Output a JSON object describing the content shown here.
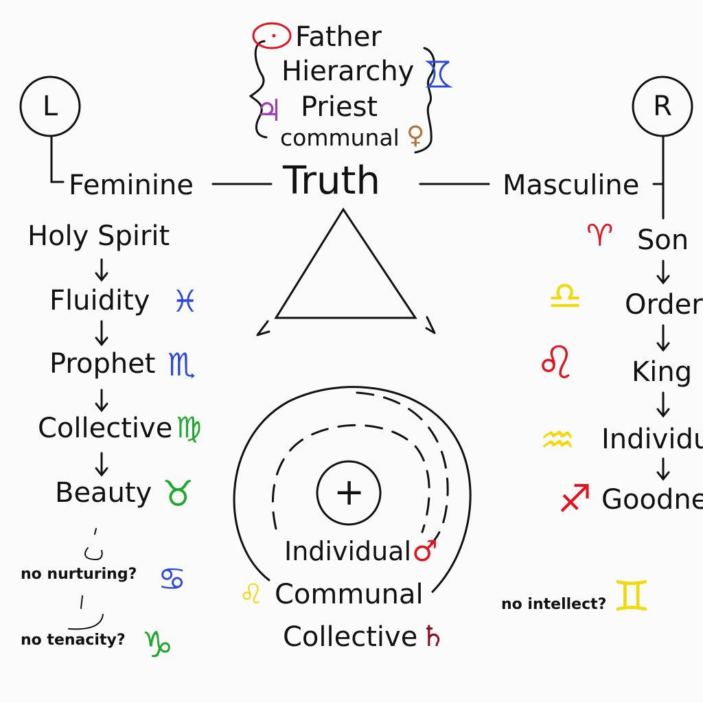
{
  "colors": {
    "ink": "#111111",
    "red": "#e0141e",
    "blue": "#2c4bd6",
    "green": "#1ea82e",
    "yellow": "#f2d90a",
    "purple": "#9a3fb0",
    "brown": "#b0703a",
    "darkred": "#8a1020"
  },
  "top": {
    "father": "Father",
    "hierarchy": "Hierarchy",
    "priest": "Priest",
    "communal": "communal"
  },
  "center": {
    "title": "Truth",
    "feminine": "Feminine",
    "masculine": "Masculine",
    "left_circle": "L",
    "right_circle": "R"
  },
  "left_chain": {
    "items": [
      "Holy Spirit",
      "Fluidity",
      "Prophet",
      "Collective",
      "Beauty"
    ],
    "questions": [
      "no nurturing?",
      "no tenacity?"
    ]
  },
  "right_chain": {
    "items": [
      "Son",
      "Order",
      "King",
      "Individu",
      "Goodnes"
    ],
    "question": "no intellect?"
  },
  "bottom": {
    "individual": "Individual",
    "communal": "Communal",
    "collective": "Collective",
    "cross": "+"
  },
  "icons": {
    "sun": "sun-icon",
    "moon": "moon-icon",
    "jupiter": "jupiter-icon",
    "venus": "venus-icon",
    "mars": "mars-icon",
    "saturn": "saturn-icon",
    "pisces": "pisces-icon",
    "scorpio": "scorpio-icon",
    "virgo": "virgo-icon",
    "taurus": "taurus-icon",
    "cancer": "cancer-icon",
    "capricorn": "capricorn-icon",
    "aries": "aries-icon",
    "libra": "libra-icon",
    "leo": "leo-icon",
    "aquarius": "aquarius-icon",
    "sagittarius": "sagittarius-icon",
    "gemini": "gemini-icon"
  }
}
